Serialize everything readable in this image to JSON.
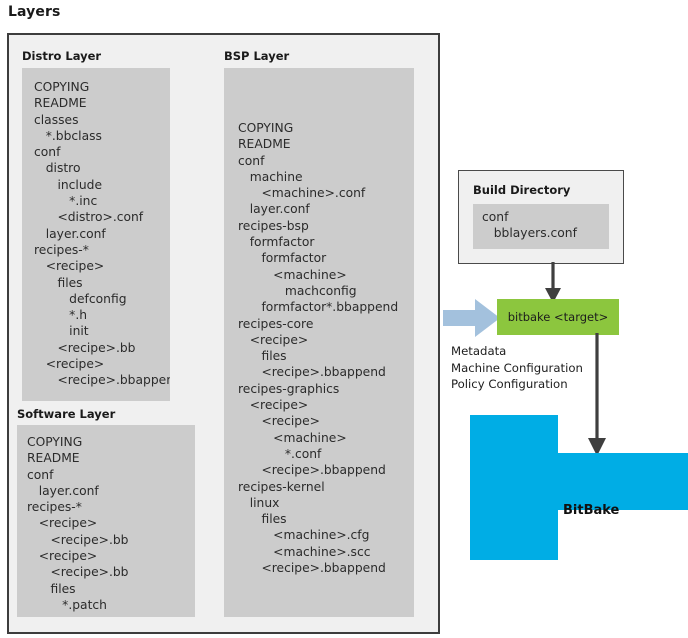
{
  "page": {
    "title": "Layers"
  },
  "layers": {
    "distro": {
      "title": "Distro Layer",
      "tree": "COPYING\nREADME\nclasses\n   *.bbclass\nconf\n   distro\n      include\n         *.inc\n      <distro>.conf\n   layer.conf\nrecipes-*\n   <recipe>\n      files\n         defconfig\n         *.h\n         init\n      <recipe>.bb\n   <recipe>\n      <recipe>.bbappend"
    },
    "software": {
      "title": "Software Layer",
      "tree": "COPYING\nREADME\nconf\n   layer.conf\nrecipes-*\n   <recipe>\n      <recipe>.bb\n   <recipe>\n      <recipe>.bb\n      files\n         *.patch"
    },
    "bsp": {
      "title": "BSP Layer",
      "tree": "COPYING\nREADME\nconf\n   machine\n      <machine>.conf\n   layer.conf\nrecipes-bsp\n   formfactor\n      formfactor\n         <machine>\n            machconfig\n      formfactor*.bbappend\nrecipes-core\n   <recipe>\n      files\n      <recipe>.bbappend\nrecipes-graphics\n   <recipe>\n      <recipe>\n         <machine>\n            *.conf\n      <recipe>.bbappend\nrecipes-kernel\n   linux\n      files\n         <machine>.cfg\n         <machine>.scc\n      <recipe>.bbappend"
    }
  },
  "build_directory": {
    "title": "Build Directory",
    "tree": "conf\n   bblayers.conf"
  },
  "bitbake_target": {
    "label": "bitbake <target>"
  },
  "metadata": {
    "text": "Metadata\nMachine Configuration\nPolicy Configuration"
  },
  "bitbake_shape": {
    "label": "BitBake"
  },
  "colors": {
    "bitbake_green": "#8cc63e",
    "bitbake_blue": "#00ade5",
    "input_arrow_blue": "#a3c1dd",
    "flow_arrow_gray": "#3f3f3f",
    "tree_gray": "#cccccc",
    "panel_bg": "#f0f0f0",
    "border_dark": "#3d3d3d"
  }
}
